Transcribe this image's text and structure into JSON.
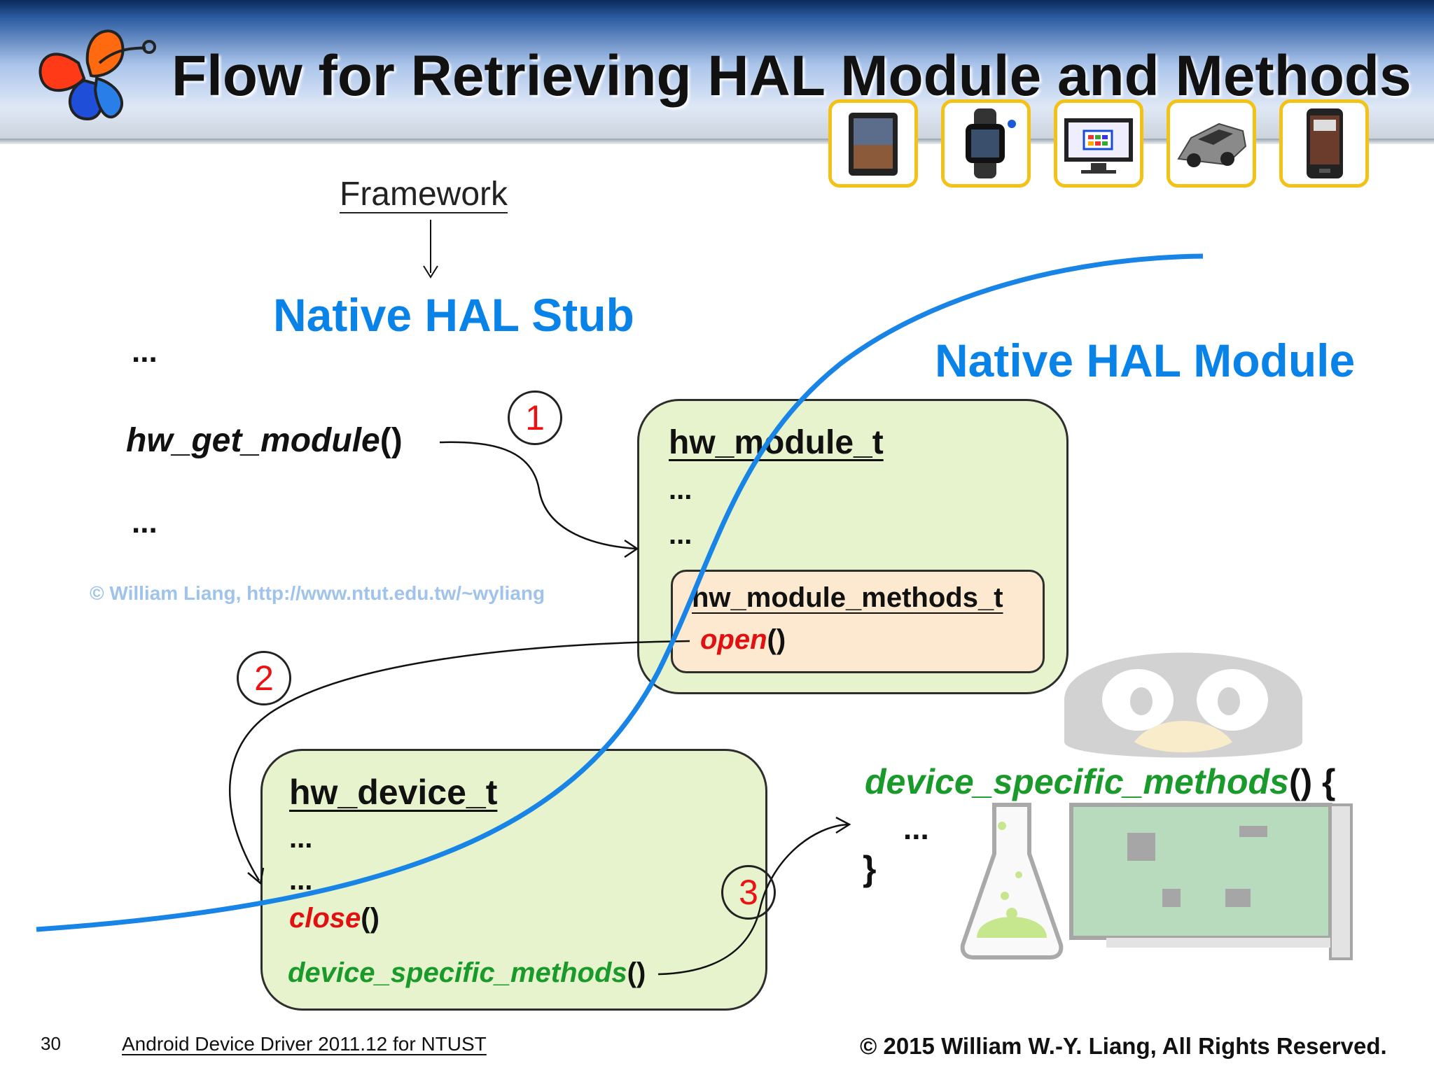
{
  "slide": {
    "title": "Flow for Retrieving HAL Module and Methods",
    "page_number": "30",
    "footer_left": "Android Device Driver 2011.12 for NTUST",
    "footer_right": "© 2015  William W.-Y. Liang, All Rights Reserved.",
    "watermark": "© William Liang, http://www.ntut.edu.tw/~wyliang"
  },
  "diagram": {
    "framework_label": "Framework",
    "stub_heading": "Native HAL Stub",
    "module_heading": "Native HAL Module",
    "stub_code": {
      "ellipsis_top": "...",
      "call_name": "hw_get_module",
      "call_parens": "()",
      "ellipsis_bottom": "..."
    },
    "module_box": {
      "title": "hw_module_t",
      "line1": "...",
      "line2": "...",
      "methods_title": "hw_module_methods_t",
      "open_name": "open",
      "open_parens": "()"
    },
    "device_box": {
      "title": "hw_device_t",
      "line1": "...",
      "line2": "...",
      "close_name": "close",
      "close_parens": "()",
      "dsm_name": "device_specific_methods",
      "dsm_parens": "()"
    },
    "impl": {
      "name": "device_specific_methods",
      "suffix": "() {",
      "body": "...",
      "end": "}"
    },
    "steps": [
      "1",
      "2",
      "3"
    ]
  },
  "colors": {
    "heading_blue": "#0a83e8",
    "curve_blue": "#1784e6",
    "red": "#e11111",
    "green": "#1a9a2a",
    "box_fill": "#e7f3cd",
    "inner_fill": "#fde9cf",
    "device_border": "#f3c218"
  },
  "icons": [
    "butterfly-logo-icon",
    "tablet-icon",
    "smartwatch-icon",
    "tv-icon",
    "car-icon",
    "phone-icon",
    "penguin-icon",
    "flask-android-icon",
    "circuit-board-icon"
  ]
}
